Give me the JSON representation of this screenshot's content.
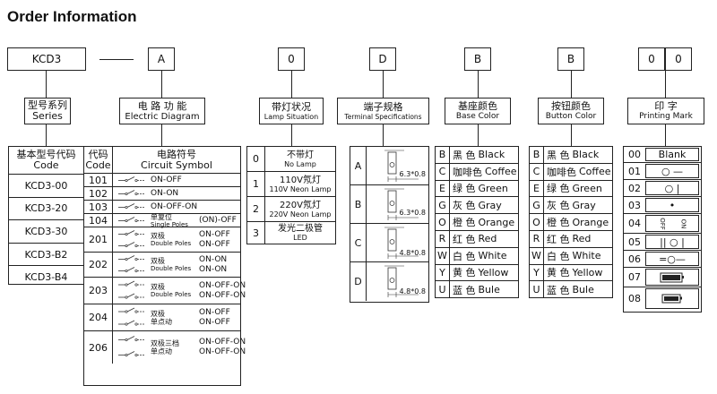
{
  "page_title": "Order Information",
  "code_parts": [
    {
      "code": "KCD3",
      "label_cn": "型号系列",
      "label_en": "Series"
    },
    {
      "code": "A",
      "label_cn": "电 路 功 能",
      "label_en": "Electric Diagram"
    },
    {
      "code": "0",
      "label_cn": "带灯状况",
      "label_en": "Lamp Situation"
    },
    {
      "code": "D",
      "label_cn": "端子规格",
      "label_en": "Terminal Specifications"
    },
    {
      "code": "B",
      "label_cn": "基座颜色",
      "label_en": "Base Color"
    },
    {
      "code": "B",
      "label_cn": "按钮颜色",
      "label_en": "Button Color"
    },
    {
      "code": "0",
      "code2": "0",
      "label_cn": "印    字",
      "label_en": "Printing Mark"
    }
  ],
  "series_table": {
    "header_cn": "基本型号代码",
    "header_en": "Code",
    "rows": [
      "KCD3-00",
      "KCD3-20",
      "KCD3-30",
      "KCD3-B2",
      "KCD3-B4"
    ]
  },
  "circuit_table": {
    "header_code_cn": "代码",
    "header_code_en": "Code",
    "header_sym_cn": "电路符号",
    "header_sym_en": "Circuit Symbol",
    "rows": [
      {
        "code": "101",
        "pole": "",
        "pole_en": "",
        "funcs": [
          "ON-OFF"
        ]
      },
      {
        "code": "102",
        "pole": "",
        "pole_en": "",
        "funcs": [
          "ON-ON"
        ]
      },
      {
        "code": "103",
        "pole": "",
        "pole_en": "",
        "funcs": [
          "ON-OFF-ON"
        ]
      },
      {
        "code": "104",
        "pole": "单复位",
        "pole_en": "Single Poles",
        "funcs": [
          "(ON)-OFF"
        ]
      },
      {
        "code": "201",
        "pole": "双极",
        "pole_en": "Double Poles",
        "funcs": [
          "ON-OFF",
          "ON-OFF"
        ]
      },
      {
        "code": "202",
        "pole": "双极",
        "pole_en": "Double Poles",
        "funcs": [
          "ON-ON",
          "ON-ON"
        ]
      },
      {
        "code": "203",
        "pole": "双极",
        "pole_en": "Double Poles",
        "funcs": [
          "ON-OFF-ON",
          "ON-OFF-ON"
        ]
      },
      {
        "code": "204",
        "pole": "双极",
        "pole2": "单点动",
        "pole_en": "",
        "funcs": [
          "ON-OFF",
          "ON-OFF"
        ]
      },
      {
        "code": "206",
        "pole": "双极三档",
        "pole2": "单点动",
        "pole_en": "",
        "funcs": [
          "ON-OFF-ON",
          "ON-OFF-ON"
        ]
      }
    ]
  },
  "lamp_table": {
    "rows": [
      {
        "code": "0",
        "cn": "不带灯",
        "en": "No Lamp"
      },
      {
        "code": "1",
        "cn": "110V氖灯",
        "en": "110V Neon Lamp"
      },
      {
        "code": "2",
        "cn": "220V氖灯",
        "en": "220V Neon Lamp"
      },
      {
        "code": "3",
        "cn": "发光二极管",
        "en": "LED"
      }
    ]
  },
  "terminal_table": {
    "rows": [
      {
        "code": "A",
        "dim": "6.3*0.8"
      },
      {
        "code": "B",
        "dim": "6.3*0.8"
      },
      {
        "code": "C",
        "dim": "4.8*0.8"
      },
      {
        "code": "D",
        "dim": "4.8*0.8"
      }
    ]
  },
  "base_color_table": {
    "rows": [
      {
        "code": "B",
        "cn": "黑 色",
        "en": "Black"
      },
      {
        "code": "C",
        "cn": "咖啡色",
        "en": "Coffee"
      },
      {
        "code": "E",
        "cn": "绿 色",
        "en": "Green"
      },
      {
        "code": "G",
        "cn": "灰 色",
        "en": "Gray"
      },
      {
        "code": "O",
        "cn": "橙 色",
        "en": "Orange"
      },
      {
        "code": "R",
        "cn": "红 色",
        "en": "Red"
      },
      {
        "code": "W",
        "cn": "白 色",
        "en": "White"
      },
      {
        "code": "Y",
        "cn": "黄 色",
        "en": "Yellow"
      },
      {
        "code": "U",
        "cn": "蓝 色",
        "en": "Bule"
      }
    ]
  },
  "button_color_table": {
    "rows": [
      {
        "code": "B",
        "cn": "黑 色",
        "en": "Black"
      },
      {
        "code": "C",
        "cn": "咖啡色",
        "en": "Coffee"
      },
      {
        "code": "E",
        "cn": "绿 色",
        "en": "Green"
      },
      {
        "code": "G",
        "cn": "灰 色",
        "en": "Gray"
      },
      {
        "code": "O",
        "cn": "橙 色",
        "en": "Orange"
      },
      {
        "code": "R",
        "cn": "红 色",
        "en": "Red"
      },
      {
        "code": "W",
        "cn": "白 色",
        "en": "White"
      },
      {
        "code": "Y",
        "cn": "黄 色",
        "en": "Yellow"
      },
      {
        "code": "U",
        "cn": "蓝 色",
        "en": "Bule"
      }
    ]
  },
  "printing_table": {
    "rows": [
      {
        "code": "00",
        "text": "Blank",
        "icon": "blank"
      },
      {
        "code": "01",
        "text": "○ —",
        "icon": "circle-dash"
      },
      {
        "code": "02",
        "text": "○ |",
        "icon": "circle-bar"
      },
      {
        "code": "03",
        "text": "•",
        "icon": "dot"
      },
      {
        "code": "04",
        "text": "OFF ON",
        "text_a": "OFF",
        "text_b": "ON",
        "icon": "rotated-text"
      },
      {
        "code": "05",
        "text": "|| ○ |",
        "icon": "power-symbols"
      },
      {
        "code": "06",
        "text": "=○—",
        "icon": "line-circle"
      },
      {
        "code": "07",
        "text": "",
        "icon": "battery"
      },
      {
        "code": "08",
        "text": "",
        "icon": "battery-small"
      }
    ]
  }
}
